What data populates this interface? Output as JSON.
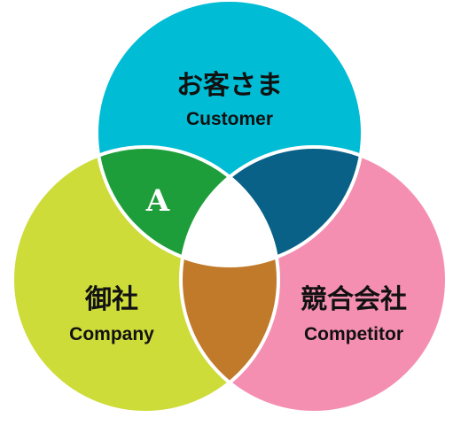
{
  "diagram": {
    "circles": {
      "customer": {
        "title": "お客さま",
        "subtitle": "Customer",
        "color": "#00bcd4"
      },
      "company": {
        "title": "御社",
        "subtitle": "Company",
        "color": "#cddc39"
      },
      "competitor": {
        "title": "競合会社",
        "subtitle": "Competitor",
        "color": "#f48fb1"
      }
    },
    "overlaps": {
      "customer_company": {
        "color": "#1e9e3a",
        "label": "A"
      },
      "customer_competitor": {
        "color": "#0a6187"
      },
      "company_competitor": {
        "color": "#c17a2a"
      },
      "center": {
        "color": "#ffffff"
      }
    },
    "border_color": "#ffffff"
  }
}
